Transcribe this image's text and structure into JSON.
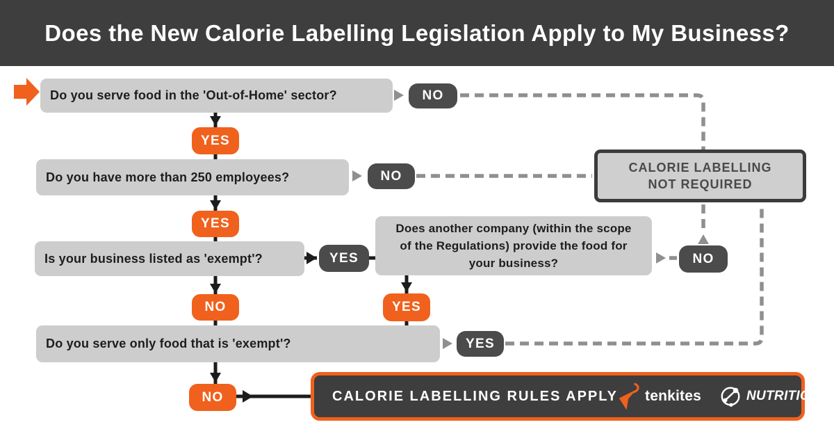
{
  "header": {
    "title": "Does the New Calorie Labelling Legislation Apply to My Business?"
  },
  "flow": {
    "q1": {
      "question": "Do you serve food in the 'Out-of-Home' sector?",
      "yes_label": "YES",
      "no_label": "NO"
    },
    "q2": {
      "question": "Do you have more than 250 employees?",
      "yes_label": "YES",
      "no_label": "NO"
    },
    "q3": {
      "question": "Is your business listed as 'exempt'?",
      "yes_label": "YES",
      "no_label": "NO"
    },
    "q4": {
      "question": "Does another company (within the scope of the Regulations) provide the food for your business?",
      "yes_label": "YES",
      "no_label": "NO"
    },
    "q5": {
      "question": "Do you serve only food that is 'exempt'?",
      "yes_label": "YES",
      "no_label": "NO"
    }
  },
  "results": {
    "not_required_line1": "CALORIE LABELLING",
    "not_required_line2": "NOT REQUIRED",
    "apply": "CALORIE LABELLING RULES APPLY"
  },
  "logos": {
    "tenkites": "tenkites",
    "nutritics": "NUTRITICS"
  },
  "colors": {
    "orange": "#F0611D",
    "header_dark": "#3E3E3E",
    "badge_dark": "#4B4B4B",
    "box_gray": "#CDCDCD",
    "result_gray": "#CFCFCF",
    "line_gray": "#8F8F8F",
    "connector_black": "#1C1C1C"
  }
}
